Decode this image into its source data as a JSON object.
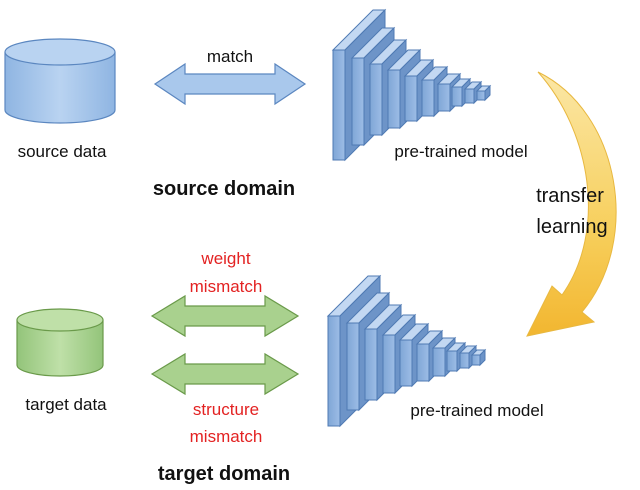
{
  "source": {
    "data_label": "source data",
    "match_label": "match",
    "model_label": "pre-trained model",
    "domain_label": "source domain"
  },
  "transfer": {
    "line1": "transfer",
    "line2": "learning"
  },
  "target": {
    "data_label": "target data",
    "weight_line1": "weight",
    "weight_line2": "mismatch",
    "structure_line1": "structure",
    "structure_line2": "mismatch",
    "model_label": "pre-trained model",
    "domain_label": "target domain"
  },
  "colors": {
    "source_fill": "#a9c8ec",
    "source_stroke": "#5b87c0",
    "target_fill": "#a9d18e",
    "target_stroke": "#6a9a4a",
    "mismatch_text": "#e32222",
    "transfer_arrow": "#f5c242"
  }
}
